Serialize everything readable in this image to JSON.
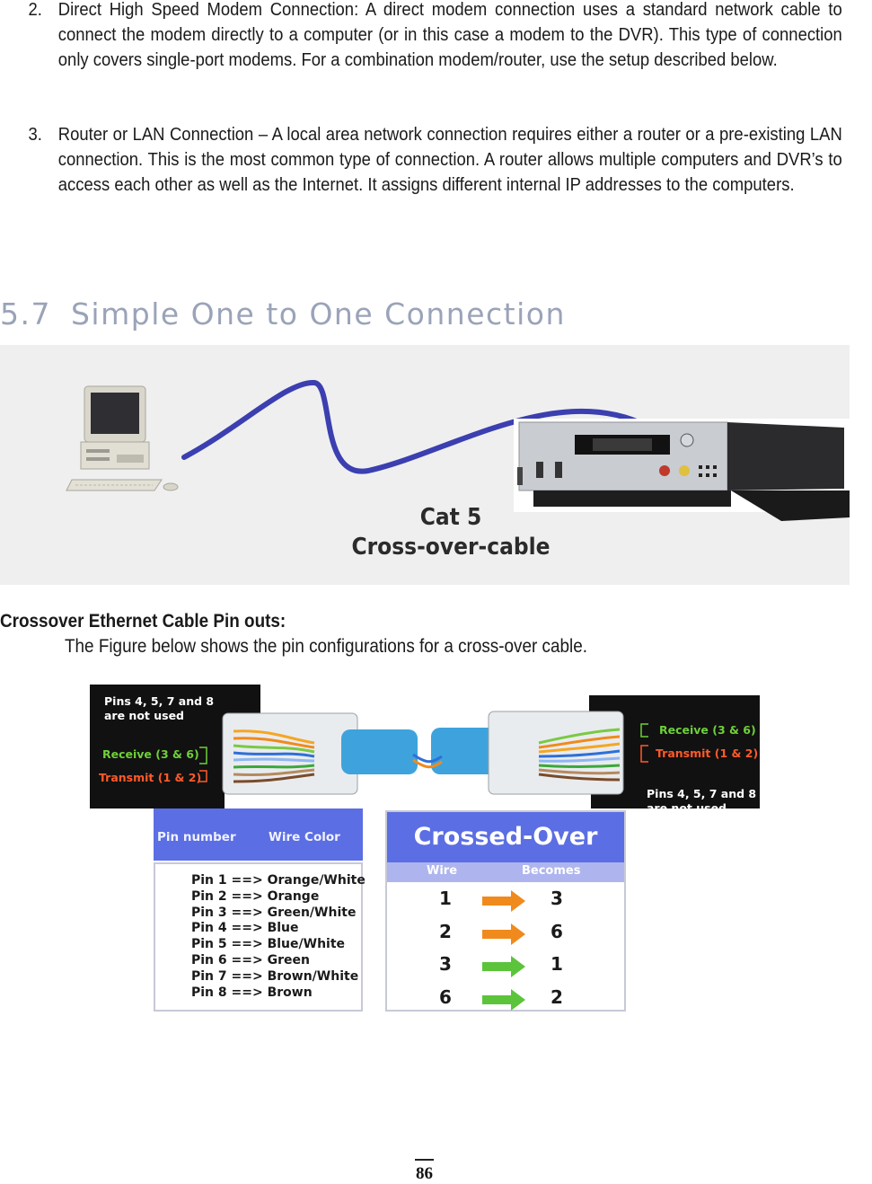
{
  "list": [
    {
      "number": "2.",
      "text": "Direct High Speed Modem Connection: A direct modem connection uses a standard network cable to connect the modem directly to a computer (or in this case a modem to the DVR). This type of connection only covers single-port modems. For a combination modem/router, use the setup described below."
    },
    {
      "number": "3.",
      "text": "Router or LAN Connection – A local area network connection requires either a router or a pre-existing LAN connection. This is the most common type of connection. A router allows multiple computers and DVR’s to access each other as well as the Internet. It assigns different internal IP addresses to the computers."
    }
  ],
  "section": {
    "number": "5.7",
    "title": "Simple One to One Connection"
  },
  "figure1": {
    "caption_line1": "Cat 5",
    "caption_line2": "Cross-over-cable",
    "cable_color": "#3b3fb0"
  },
  "crossover": {
    "heading": "Crossover Ethernet Cable Pin outs:",
    "description": "The Figure below shows the pin configurations for a cross-over cable.",
    "left_labels": {
      "unused": [
        "Pins 4, 5, 7 and 8",
        "are not used"
      ],
      "receive": "Receive (3 & 6)",
      "transmit": "Transmit (1 & 2)"
    },
    "right_labels": {
      "receive": "Receive (3 & 6)",
      "transmit": "Transmit (1 & 2)",
      "unused": [
        "Pins 4, 5, 7 and 8",
        "are not used"
      ]
    },
    "pin_table": {
      "col1": "Pin number",
      "col2": "Wire Color",
      "rows": [
        "Pin 1 ==> Orange/White",
        "Pin 2 ==> Orange",
        "Pin 3 ==> Green/White",
        "Pin 4 ==> Blue",
        "Pin 5 ==> Blue/White",
        "Pin 6 ==> Green",
        "Pin 7 ==> Brown/White",
        "Pin 8 ==> Brown"
      ]
    },
    "crossed_over": {
      "title": "Crossed-Over",
      "col1": "Wire",
      "col2": "Becomes",
      "rows": [
        {
          "wire": "1",
          "becomes": "3",
          "arrow_color": "#f08a1c"
        },
        {
          "wire": "2",
          "becomes": "6",
          "arrow_color": "#f08a1c"
        },
        {
          "wire": "3",
          "becomes": "1",
          "arrow_color": "#5cc43a"
        },
        {
          "wire": "6",
          "becomes": "2",
          "arrow_color": "#5cc43a"
        }
      ]
    }
  },
  "page_number": "86"
}
